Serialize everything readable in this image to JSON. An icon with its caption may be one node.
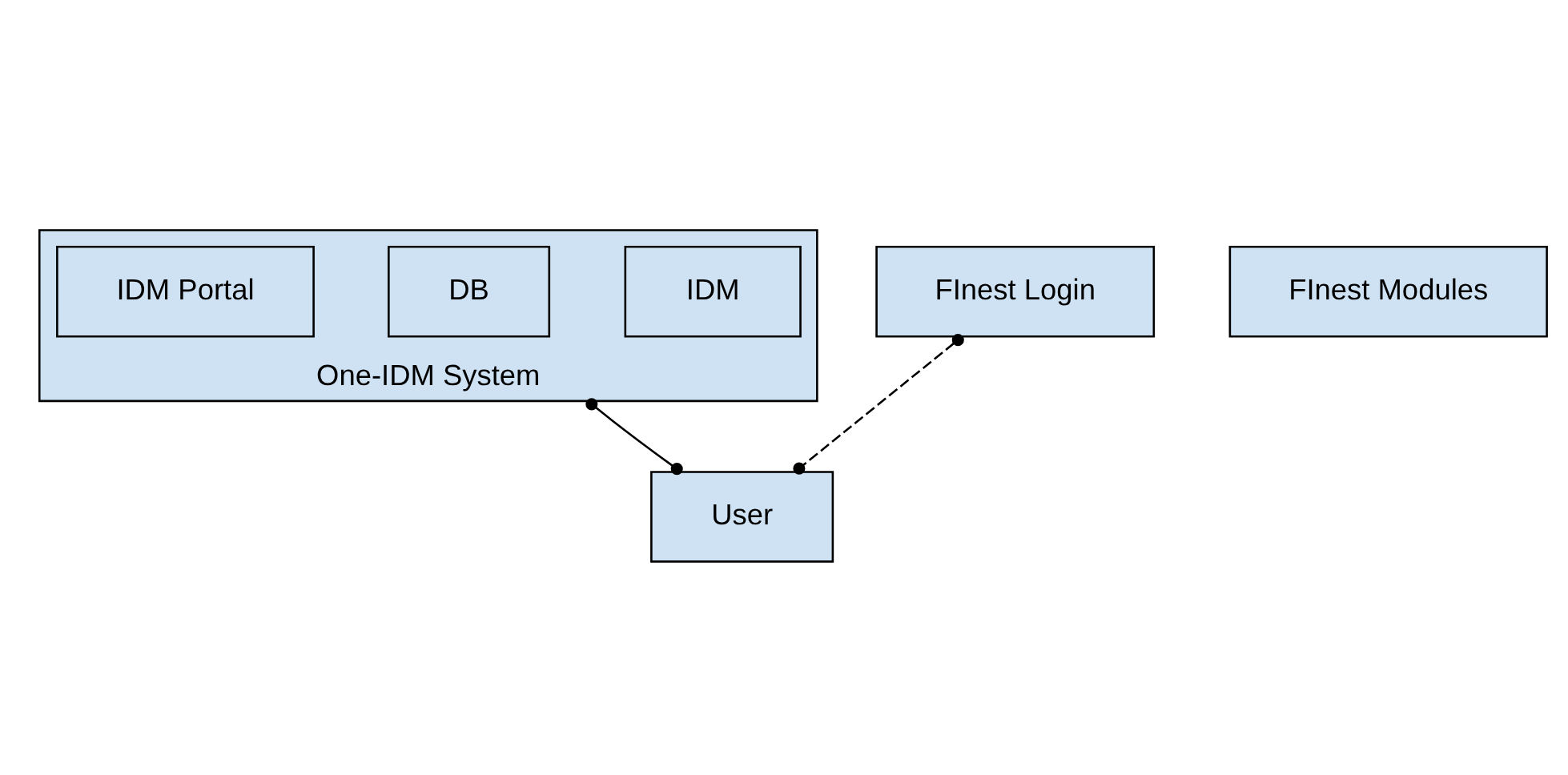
{
  "diagram": {
    "nodes": [
      {
        "text": [
          "One-IDM System"
        ]
      },
      {
        "text": [
          "IDM"
        ],
        "in": 0
      },
      {
        "text": [
          "DB"
        ],
        "in": 0
      },
      {
        "text": [
          "IDM Portal"
        ],
        "in": 0
      },
      {
        "text": [
          "FInest Modules"
        ]
      },
      {
        "text": [
          "FInest Login"
        ]
      },
      {
        "text": [
          "User"
        ]
      }
    ],
    "edges": [
      {
        "from": 0,
        "to": 6,
        "arrow": "other"
      },
      {
        "from": 5,
        "to": 6,
        "arrow": "other",
        "style": "dashed"
      }
    ]
  }
}
